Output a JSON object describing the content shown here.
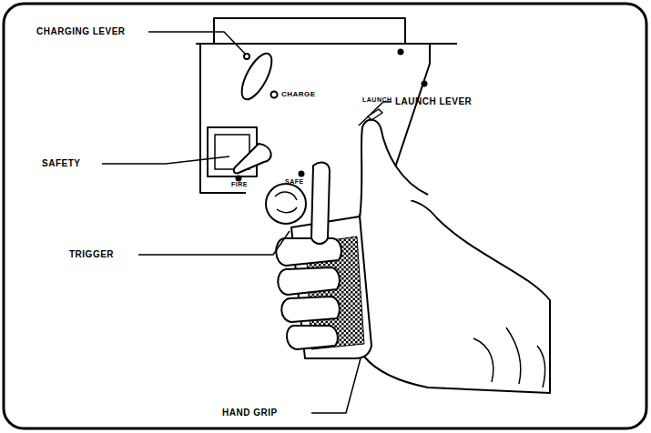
{
  "diagram": {
    "labels": [
      "CHARGING LEVER",
      "CHARGE",
      "SAFETY",
      "FIRE",
      "SAFE",
      "LAUNCH",
      "LAUNCH LEVER",
      "TRIGGER",
      "HAND GRIP"
    ]
  }
}
